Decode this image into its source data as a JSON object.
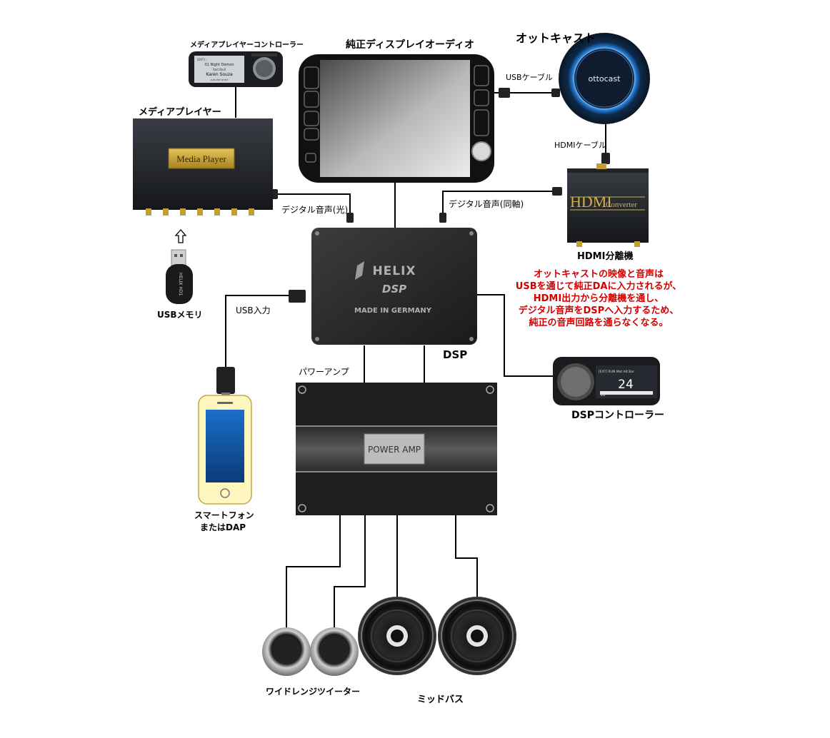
{
  "labels": {
    "head_unit": "純正ディスプレイオーディオ",
    "ottocast": "オットキャスト",
    "media_controller": "メディアプレイヤーコントローラー",
    "media_player": "メディアプレイヤー",
    "usb_cable": "USBケーブル",
    "hdmi_cable": "HDMIケーブル",
    "digital_optical": "デジタル音声(光)",
    "digital_coax": "デジタル音声(同軸)",
    "hdmi_splitter": "HDMI分離機",
    "usb_memory": "USBメモリ",
    "usb_input": "USB入力",
    "dsp": "DSP",
    "dsp_controller": "DSPコントローラー",
    "power_amp_caption": "パワーアンプ",
    "smartphone_line1": "スマートフォン",
    "smartphone_line2": "またはDAP",
    "tweeter": "ワイドレンジツイーター",
    "midbass": "ミッドバス"
  },
  "note_lines": [
    "オットキャストの映像と音声は",
    "USBを通じて純正DAに入力されるが、",
    "HDMI出力から分離機を通し、",
    "デジタル音声をDSPへ入力するため、",
    "純正の音声回路を通らなくなる。"
  ],
  "device_text": {
    "media_player_plate": "Media Player",
    "hdmi_converter_big": "HDMI",
    "hdmi_converter_small": "Converter",
    "helix_brand": "HELIX",
    "helix_dsp": "DSP",
    "helix_made": "MADE IN GERMANY",
    "power_amp_plate": "POWER AMP",
    "ottocast_logo": "ottocast",
    "dsp_controller_value": "24",
    "dsp_controller_vol": "Vol",
    "dsp_controller_header": "[EXT] RUN Mot Alt Bar",
    "mpc_line1": "[EXT] -",
    "mpc_line2": "01 Night Demon",
    "mpc_line3": "Rod Stull",
    "mpc_line4": "Karen Souza",
    "mpc_line5": "sub-title artist",
    "usb_stick_text": "HELIX HD1"
  },
  "colors": {
    "note_red": "#d40000",
    "cable": "#000000",
    "plate_gold": "#c8a43a",
    "ottocast_ring": "#1f7ad6"
  }
}
